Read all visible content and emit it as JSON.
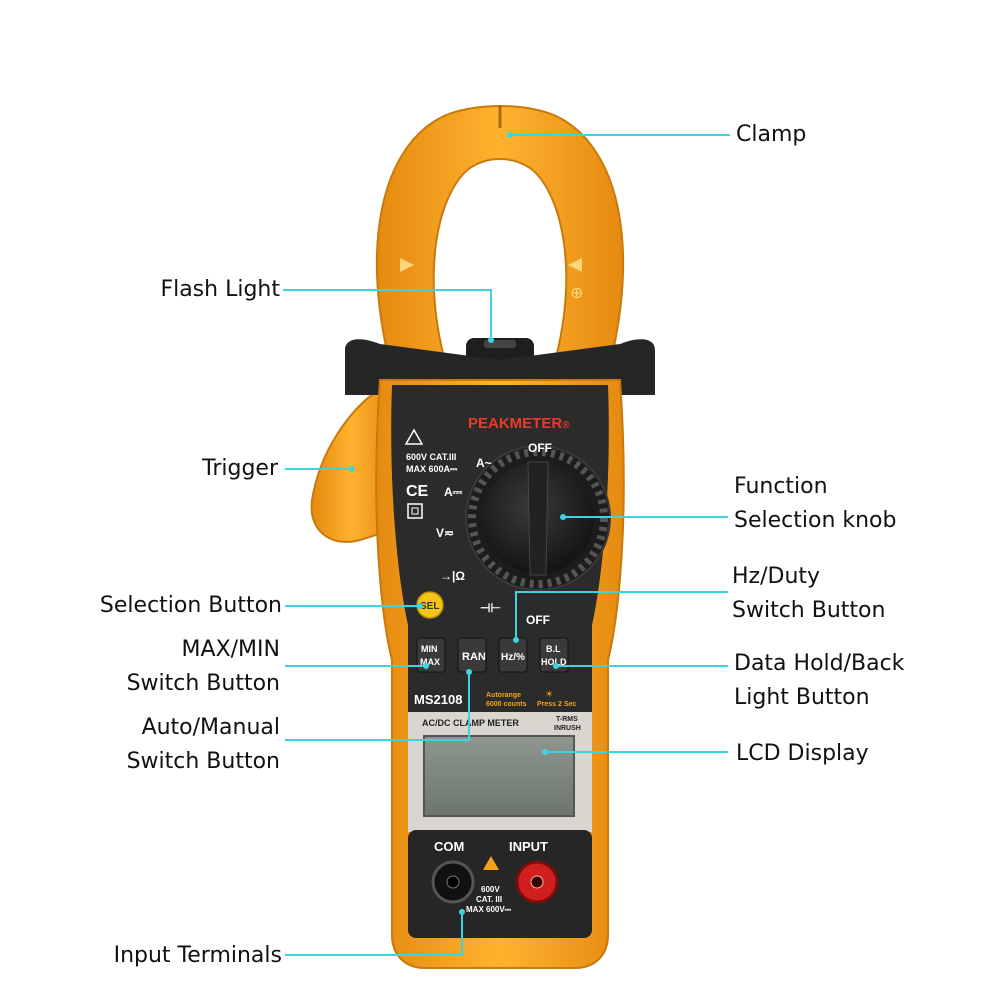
{
  "colors": {
    "body_orange": "#f7a21b",
    "body_black": "#2b2b2b",
    "leader_line": "#3fd3e0",
    "input_red": "#d11f1f",
    "sel_button": "#f5c518"
  },
  "device": {
    "brand": "PEAKMETER",
    "brand_mark": "®",
    "model": "MS2108",
    "subtitle": "AC/DC CLAMP METER",
    "trms": "T-RMS",
    "inrush": "INRUSH",
    "autorange": "Autorange",
    "counts": "6000 counts",
    "press": "Press 2 Sec",
    "cat_rating": "600V CAT.III",
    "max_current": "MAX 600A⎓",
    "ce_mark": "CE",
    "dial": {
      "off_top": "OFF",
      "off_bottom": "OFF",
      "a_ac": "A~",
      "a_dc": "A⎓",
      "v": "V≂",
      "diode_ohm": "→|Ω",
      "cap": "⊣⊢"
    },
    "buttons": {
      "sel": "SEL",
      "minmax_top": "MIN",
      "minmax_bottom": "MAX",
      "ran": "RAN",
      "hz": "Hz/%",
      "bl_top": "B.L",
      "bl_bottom": "HOLD"
    },
    "terminals": {
      "com": "COM",
      "input": "INPUT",
      "rating_1": "600V",
      "rating_2": "CAT. III",
      "rating_3": "MAX 600V⎓"
    }
  },
  "callouts": {
    "clamp": [
      "Clamp"
    ],
    "flash_light": [
      "Flash Light"
    ],
    "trigger": [
      "Trigger"
    ],
    "function_knob": [
      "Function",
      "Selection knob"
    ],
    "hz_duty": [
      "Hz/Duty",
      "Switch Button"
    ],
    "selection_button": [
      "Selection Button"
    ],
    "max_min": [
      "MAX/MIN",
      "Switch Button"
    ],
    "data_hold": [
      "Data Hold/Back",
      "Light Button"
    ],
    "auto_manual": [
      "Auto/Manual",
      "Switch Button"
    ],
    "lcd_display": [
      "LCD Display"
    ],
    "input_terminals": [
      "Input Terminals"
    ]
  }
}
